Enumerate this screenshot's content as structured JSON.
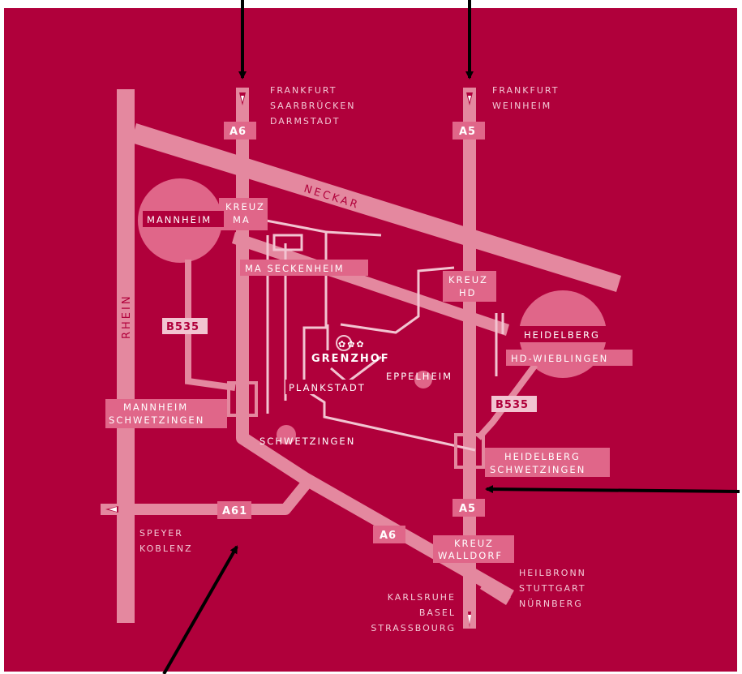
{
  "colors": {
    "background": "#b0003b",
    "road": "#e4889f",
    "box": "#e06689",
    "road_light": "#f2c4d1",
    "label": "#f3c9d6",
    "arrow": "#000000",
    "page": "#ffffff"
  },
  "roads": {
    "a6": "A6",
    "a5": "A5",
    "a61": "A61",
    "b535": "B535"
  },
  "rivers": {
    "neckar": "NECKAR",
    "rhein": "RHEIN"
  },
  "destinations": {
    "a6_north": [
      "FRANKFURT",
      "SAARBRÜCKEN",
      "DARMSTADT"
    ],
    "a5_north": [
      "FRANKFURT",
      "WEINHEIM"
    ],
    "a61_west": [
      "SPEYER",
      "KOBLENZ"
    ],
    "a6_southeast": [
      "HEILBRONN",
      "STUTTGART",
      "NÜRNBERG"
    ],
    "a5_south": [
      "KARLSRUHE",
      "BASEL",
      "STRASSBOURG"
    ]
  },
  "interchanges": {
    "kreuz_ma": [
      "KREUZ",
      "MA"
    ],
    "kreuz_hd": [
      "KREUZ",
      "HD"
    ],
    "kreuz_walldorf": [
      "KREUZ",
      "WALLDORF"
    ],
    "mannheim_schwetzingen": [
      "MANNHEIM",
      "SCHWETZINGEN"
    ],
    "heidelberg_schwetzingen": [
      "HEIDELBERG",
      "SCHWETZINGEN"
    ],
    "ma_seckenheim": "MA SECKENHEIM",
    "hd_wieblingen": "HD-WIEBLINGEN"
  },
  "towns": {
    "mannheim": "MANNHEIM",
    "heidelberg": "HEIDELBERG",
    "grenzhof": "GRENZHOF",
    "plankstadt": "PLANKSTADT",
    "eppelheim": "EPPELHEIM",
    "schwetzingen": "SCHWETZINGEN"
  }
}
